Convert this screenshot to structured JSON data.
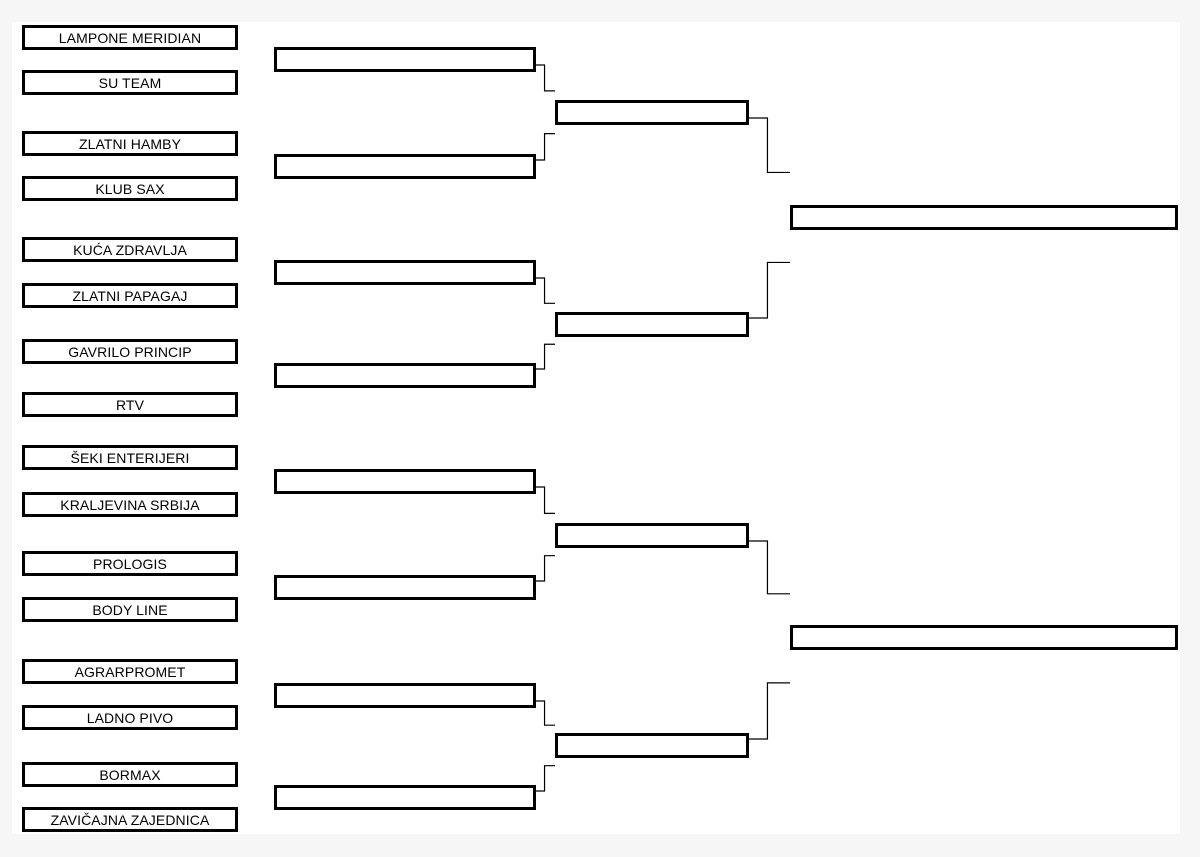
{
  "teams": [
    "LAMPONE MERIDIAN",
    "SU TEAM",
    "ZLATNI HAMBY",
    "KLUB SAX",
    "KUĆA ZDRAVLJA",
    "ZLATNI PAPAGAJ",
    "GAVRILO PRINCIP",
    "RTV",
    "ŠEKI ENTERIJERI",
    "KRALJEVINA SRBIJA",
    "PROLOGIS",
    "BODY LINE",
    "AGRARPROMET",
    "LADNO PIVO",
    "BORMAX",
    "ZAVIČAJNA ZAJEDNICA"
  ],
  "round2": [
    "",
    "",
    "",
    "",
    "",
    "",
    "",
    ""
  ],
  "round3": [
    "",
    "",
    "",
    ""
  ],
  "round4": [
    "",
    ""
  ]
}
